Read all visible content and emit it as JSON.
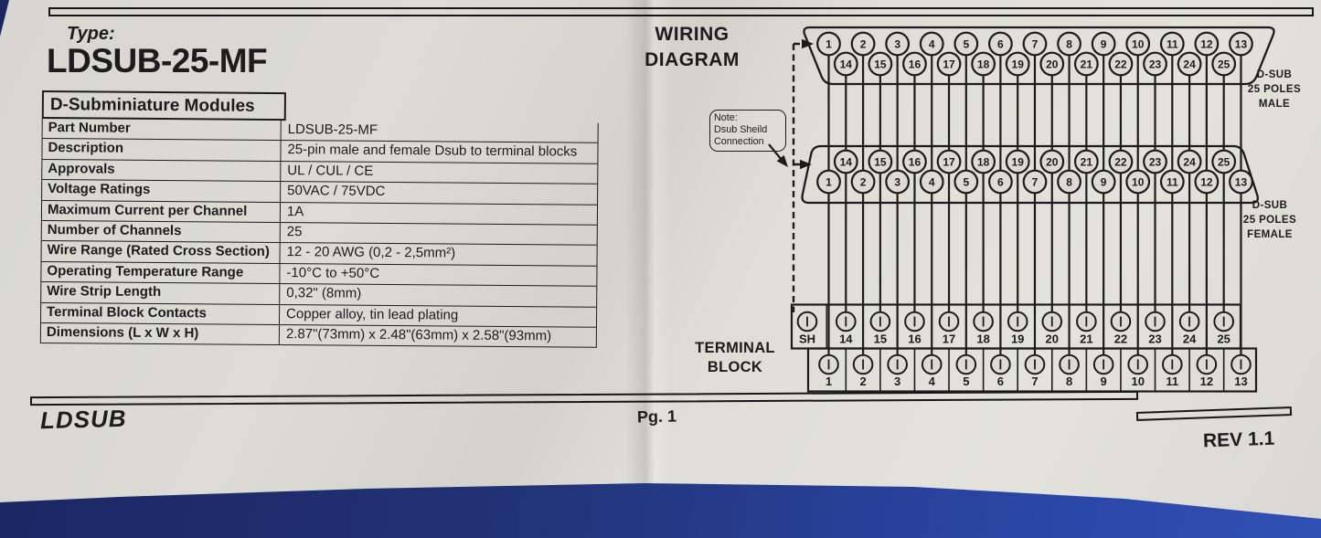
{
  "page": {
    "type_label": "Type:",
    "model": "LDSUB-25-MF",
    "footer_brand": "LDSUB",
    "footer_page": "Pg. 1",
    "footer_rev": "REV 1.1"
  },
  "spec_table": {
    "header": "D-Subminiature Modules",
    "rows": [
      {
        "label": "Part Number",
        "value": "LDSUB-25-MF"
      },
      {
        "label": "Description",
        "value": "25-pin male and female Dsub to terminal blocks"
      },
      {
        "label": "Approvals",
        "value": "UL / CUL / CE"
      },
      {
        "label": "Voltage Ratings",
        "value": "50VAC / 75VDC"
      },
      {
        "label": "Maximum Current per Channel",
        "value": "1A"
      },
      {
        "label": "Number of Channels",
        "value": "25"
      },
      {
        "label": "Wire Range (Rated Cross Section)",
        "value": "12 - 20 AWG (0,2 - 2,5mm²)"
      },
      {
        "label": "Operating Temperature Range",
        "value": "-10°C to +50°C"
      },
      {
        "label": "Wire Strip Length",
        "value": "0,32\" (8mm)"
      },
      {
        "label": "Terminal Block Contacts",
        "value": "Copper alloy, tin lead plating"
      },
      {
        "label": "Dimensions (L x W x H)",
        "value": "2.87\"(73mm) x 2.48\"(63mm) x 2.58\"(93mm)"
      }
    ]
  },
  "diagram": {
    "title": [
      "WIRING",
      "DIAGRAM"
    ],
    "note": [
      "Note:",
      "Dsub Sheild",
      "Connection"
    ],
    "male": {
      "label": [
        "D-SUB",
        "25 POLES",
        "MALE"
      ],
      "top_pins": [
        "1",
        "2",
        "3",
        "4",
        "5",
        "6",
        "7",
        "8",
        "9",
        "10",
        "11",
        "12",
        "13"
      ],
      "bottom_pins": [
        "14",
        "15",
        "16",
        "17",
        "18",
        "19",
        "20",
        "21",
        "22",
        "23",
        "24",
        "25"
      ]
    },
    "female": {
      "label": [
        "D-SUB",
        "25 POLES",
        "FEMALE"
      ],
      "top_pins": [
        "14",
        "15",
        "16",
        "17",
        "18",
        "19",
        "20",
        "21",
        "22",
        "23",
        "24",
        "25"
      ],
      "bottom_pins": [
        "1",
        "2",
        "3",
        "4",
        "5",
        "6",
        "7",
        "8",
        "9",
        "10",
        "11",
        "12",
        "13"
      ]
    },
    "terminal_block": {
      "label": [
        "TERMINAL",
        "BLOCK"
      ],
      "top_row": [
        "SH",
        "14",
        "15",
        "16",
        "17",
        "18",
        "19",
        "20",
        "21",
        "22",
        "23",
        "24",
        "25"
      ],
      "bottom_row": [
        "1",
        "2",
        "3",
        "4",
        "5",
        "6",
        "7",
        "8",
        "9",
        "10",
        "11",
        "12",
        "13"
      ]
    }
  },
  "colors": {
    "ink": "#1c1c1c",
    "paper_circle": "#dcdbd6",
    "backdrop_navy": "#213173"
  }
}
